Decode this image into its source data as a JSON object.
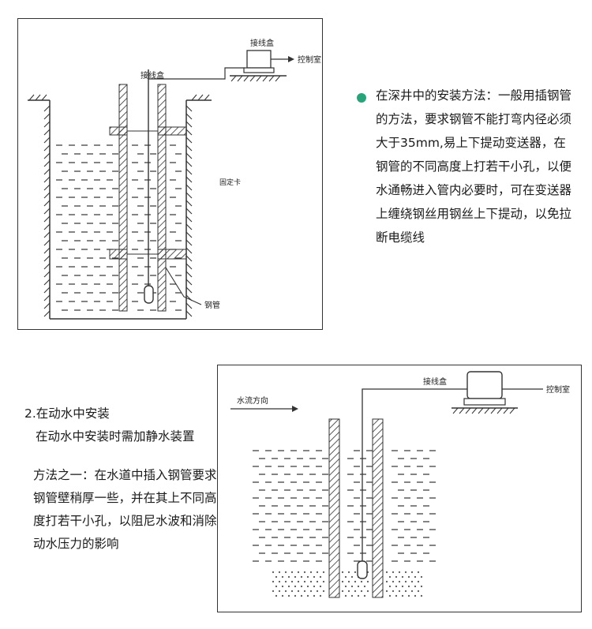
{
  "colors": {
    "bullet": "#27a47a",
    "line": "#333333"
  },
  "diagram1": {
    "junction_box_top": "接线盒",
    "junction_box_side": "接线盒",
    "control_room": "控制室",
    "clamp": "固定卡",
    "steel_pipe": "钢管"
  },
  "text_block": {
    "bullet_icon": "bullet-dot",
    "text": "在深井中的安装方法：一般用插钢管的方法，要求钢管不能打弯内径必须大于35mm,易上下提动变送器，在钢管的不同高度上打若干小孔，以便水通畅进入管内必要时，可在变送器上缠绕钢丝用钢丝上下提动，以免拉断电缆线"
  },
  "section2": {
    "heading": "2.在动水中安装",
    "subheading": "在动水中安装时需加静水装置",
    "method": "方法之一：在水道中插入钢管要求钢管壁稍厚一些，并在其上不同高度打若干小孔，以阻尼水波和消除动水压力的影响"
  },
  "diagram2": {
    "flow_direction": "水流方向",
    "junction_box": "接线盒",
    "control_room": "控制室"
  }
}
